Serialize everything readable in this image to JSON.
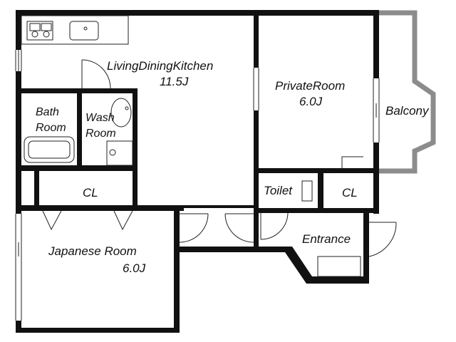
{
  "rooms": {
    "ldk": {
      "name": "LivingDiningKitchen",
      "size": "11.5J"
    },
    "private": {
      "name": "PrivateRoom",
      "size": "6.0J"
    },
    "balcony": {
      "name": "Balcony"
    },
    "bath": {
      "line1": "Bath",
      "line2": "Room"
    },
    "wash": {
      "line1": "Wash",
      "line2": "Room"
    },
    "cl_left": {
      "name": "CL"
    },
    "cl_right": {
      "name": "CL"
    },
    "toilet": {
      "name": "Toilet"
    },
    "entrance": {
      "name": "Entrance"
    },
    "japanese": {
      "name": "Japanese Room",
      "size": "6.0J"
    }
  },
  "colors": {
    "wall": "#111111",
    "balcony_wall": "#8c8c8c",
    "background": "#ffffff"
  }
}
